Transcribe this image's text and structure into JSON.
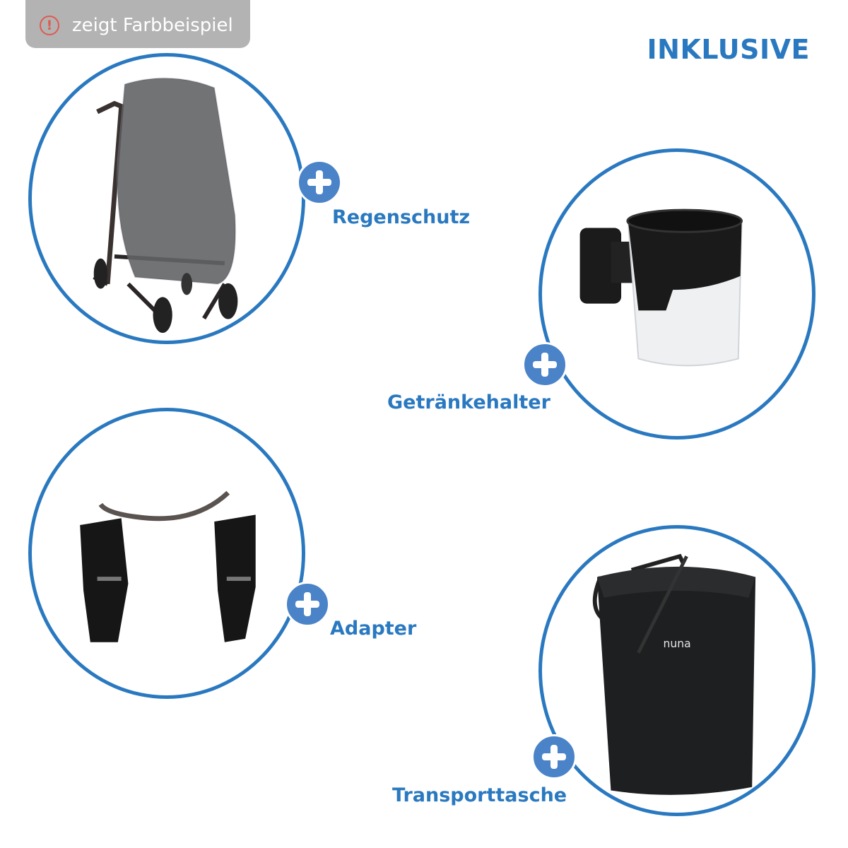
{
  "badge": {
    "icon": "alert-circle-icon",
    "text": "zeigt Farbbeispiel"
  },
  "title": "INKLUSIVE",
  "colors": {
    "accent": "#2a79c0",
    "plus": "#4a83c8",
    "badge_bg": "#b3b3b3",
    "alert": "#e05a50"
  },
  "items": [
    {
      "label": "Regenschutz",
      "image": "stroller-rain-cover"
    },
    {
      "label": "Getränkehalter",
      "image": "cup-holder"
    },
    {
      "label": "Adapter",
      "image": "car-seat-adapters"
    },
    {
      "label": "Transporttasche",
      "image": "transport-bag",
      "brand": "nuna"
    }
  ]
}
